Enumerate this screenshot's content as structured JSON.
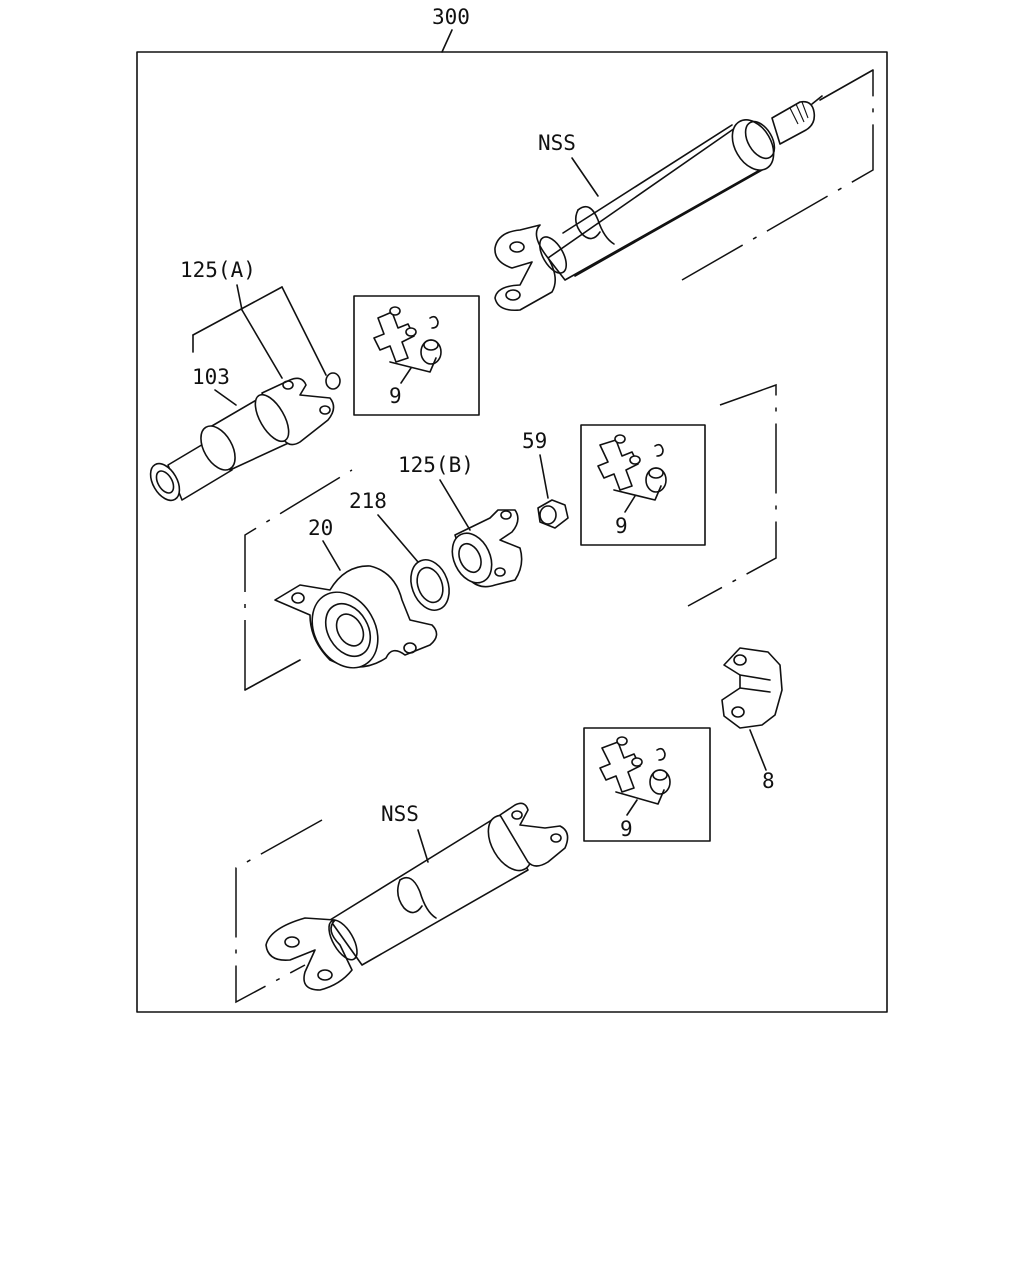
{
  "callouts": {
    "assembly": "300",
    "nss_top": "NSS",
    "yoke_a": "125(A)",
    "sleeve": "103",
    "kit_top": "9",
    "bearing": "20",
    "washer": "218",
    "yoke_b": "125(B)",
    "nut": "59",
    "kit_mid": "9",
    "nss_bottom": "NSS",
    "kit_bottom": "9",
    "flange": "8"
  }
}
